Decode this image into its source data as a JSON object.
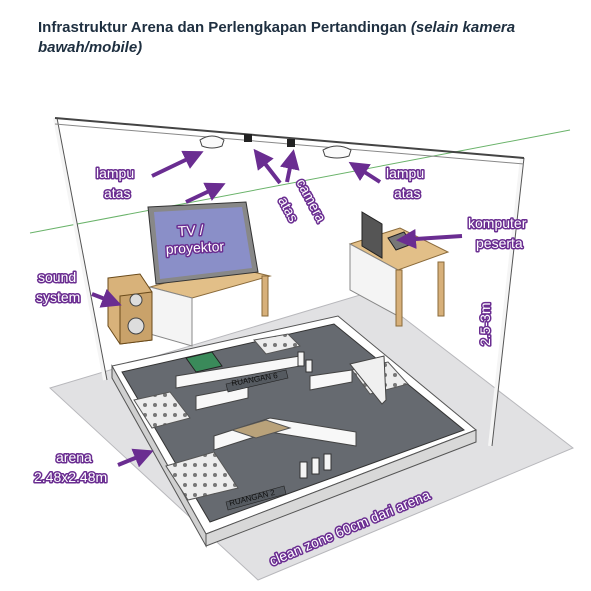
{
  "title": {
    "main": "Infrastruktur Arena dan Perlengkapan Pertandingan",
    "italic": "(selain kamera bawah/mobile)"
  },
  "labels": {
    "lampu_atas_left_1": "lampu",
    "lampu_atas_left_2": "atas",
    "lampu_atas_right_1": "lampu",
    "lampu_atas_right_2": "atas",
    "camera_1": "camera",
    "camera_2": "atas",
    "tv_1": "TV /",
    "tv_2": "proyektor",
    "komputer_1": "komputer",
    "komputer_2": "peserta",
    "sound_1": "sound",
    "sound_2": "system",
    "height": "2.5-3m",
    "arena_1": "arena",
    "arena_2": "2.48x2.48m",
    "clean_zone": "clean zone 60cm dari arena"
  },
  "signs": {
    "sign_1": "RUANGAN 6",
    "sign_2": "RUANGAN 2"
  },
  "colors": {
    "label_outline": "#6a2d91",
    "arrow": "#6a2d91",
    "arena_floor": "#666a70",
    "clean_zone": "#e1e1e3",
    "wall": "#ffffff",
    "table": "#d7b07a",
    "tv_screen": "#8a8fc8",
    "green_line": "#6ab36a"
  }
}
